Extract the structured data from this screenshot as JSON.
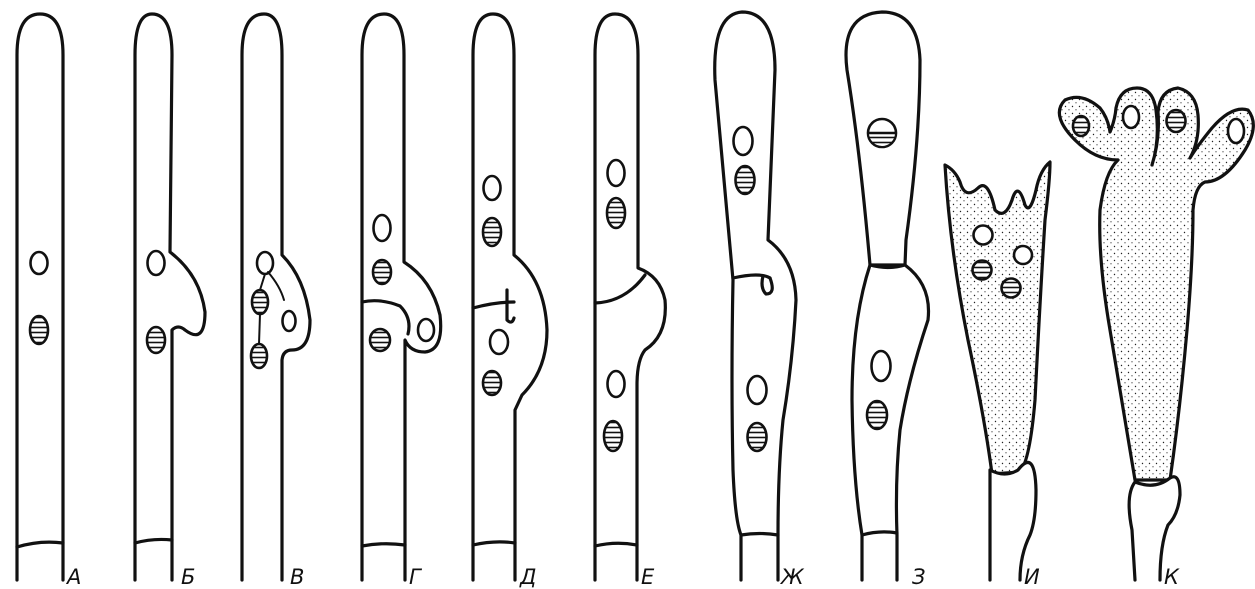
{
  "figure": {
    "panel_labels": [
      "А",
      "Б",
      "В",
      "Г",
      "Д",
      "Е",
      "Ж",
      "З",
      "И",
      "К"
    ]
  },
  "colors": {
    "ink": "#111111",
    "paper": "#ffffff"
  }
}
